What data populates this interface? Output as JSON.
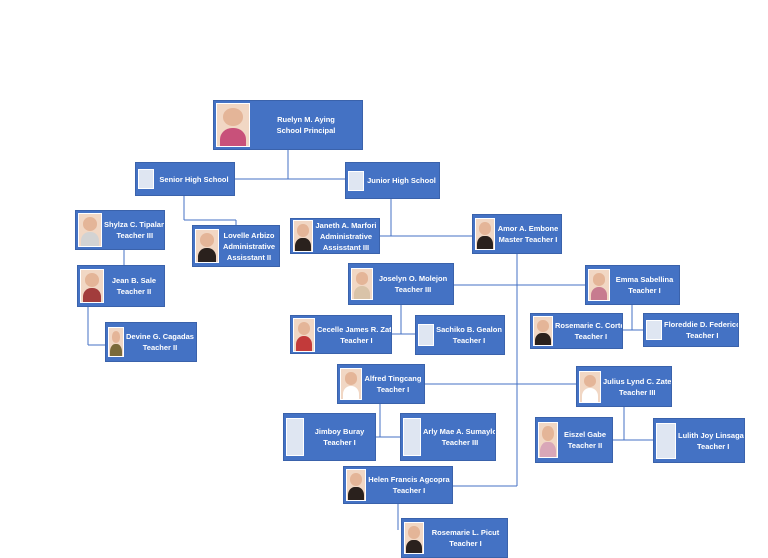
{
  "nodes": {
    "principal": {
      "name": "Ruelyn M. Aying",
      "title": "School Principal",
      "photo": "real"
    },
    "shs": {
      "name": "Senior High School",
      "title": "",
      "photo": "blank"
    },
    "jhs": {
      "name": "Junior High School",
      "title": "",
      "photo": "blank"
    },
    "tipalan": {
      "name": "Shylza C. Tipalan",
      "title": "Teacher III",
      "photo": "real"
    },
    "arbizo": {
      "name": "Lovelle Arbizo",
      "title": "Administrative Assisstant II",
      "photo": "real"
    },
    "sale": {
      "name": "Jean B. Sale",
      "title": "Teacher II",
      "photo": "real"
    },
    "cagadas": {
      "name": "Devine G. Cagadas",
      "title": "Teacher II",
      "photo": "real"
    },
    "marfori": {
      "name": "Janeth A. Marfori",
      "title": "Administrative Assisstant III",
      "photo": "real"
    },
    "embone": {
      "name": "Amor A. Embone",
      "title": "Master Teacher I",
      "photo": "real"
    },
    "molejon": {
      "name": "Joselyn O. Molejon",
      "title": "Teacher III",
      "photo": "real"
    },
    "sabellina": {
      "name": "Emma Sabellina",
      "title": "Teacher I",
      "photo": "real"
    },
    "zate_c": {
      "name": "Cecelle James R. Zate",
      "title": "Teacher I",
      "photo": "real"
    },
    "gealon": {
      "name": "Sachiko B. Gealon",
      "title": "Teacher I",
      "photo": "blank"
    },
    "cortel": {
      "name": "Rosemarie C. Cortel",
      "title": "Teacher I",
      "photo": "real"
    },
    "federico": {
      "name": "Floreddie D. Federico",
      "title": "Teacher I",
      "photo": "blank"
    },
    "tingcang": {
      "name": "Alfred Tingcang",
      "title": "Teacher I",
      "photo": "real"
    },
    "zate_j": {
      "name": "Julius Lynd C. Zate",
      "title": "Teacher III",
      "photo": "real"
    },
    "buray": {
      "name": "Jimboy Buray",
      "title": "Teacher I",
      "photo": "blank"
    },
    "sumaylo": {
      "name": "Arly Mae A. Sumaylo",
      "title": "Teacher III",
      "photo": "blank"
    },
    "gabe": {
      "name": "Eiszel Gabe",
      "title": "Teacher II",
      "photo": "real"
    },
    "linsagan": {
      "name": "Lulith Joy Linsagan",
      "title": "Teacher I",
      "photo": "blank"
    },
    "agcopra": {
      "name": "Helen Francis Agcopra",
      "title": "Teacher I",
      "photo": "real"
    },
    "picut": {
      "name": "Rosemarie L. Picut",
      "title": "Teacher I",
      "photo": "real"
    }
  },
  "colors": {
    "box": "#4472c4",
    "border": "#3a62ab",
    "line": "#4472c4",
    "text": "#ffffff"
  }
}
